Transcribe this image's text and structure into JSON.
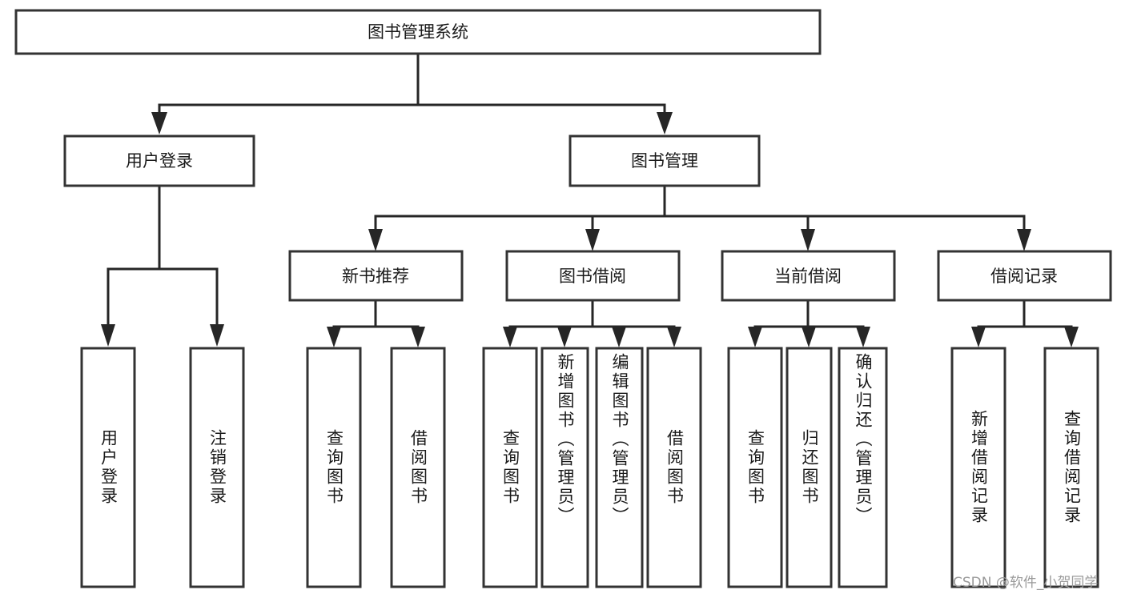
{
  "diagram": {
    "title_node": {
      "id": "root",
      "label": "图书管理系统",
      "orientation": "horizontal"
    },
    "level2": [
      {
        "id": "user-login",
        "label": "用户登录",
        "orientation": "horizontal"
      },
      {
        "id": "book-management",
        "label": "图书管理",
        "orientation": "horizontal"
      }
    ],
    "level3": [
      {
        "id": "new-book-recommend",
        "label": "新书推荐",
        "orientation": "horizontal"
      },
      {
        "id": "book-borrow",
        "label": "图书借阅",
        "orientation": "horizontal"
      },
      {
        "id": "current-borrow",
        "label": "当前借阅",
        "orientation": "horizontal"
      },
      {
        "id": "borrow-record",
        "label": "借阅记录",
        "orientation": "horizontal"
      }
    ],
    "leaves": [
      {
        "id": "leaf-user-login",
        "label": "用户登录",
        "parent": "user-login"
      },
      {
        "id": "leaf-logout",
        "label": "注销登录",
        "parent": "user-login"
      },
      {
        "id": "leaf-query-book-1",
        "label": "查询图书",
        "parent": "new-book-recommend"
      },
      {
        "id": "leaf-borrow-book-1",
        "label": "借阅图书",
        "parent": "new-book-recommend"
      },
      {
        "id": "leaf-query-book-2",
        "label": "查询图书",
        "parent": "book-borrow"
      },
      {
        "id": "leaf-add-book",
        "label": "新增图书（管理员）",
        "parent": "book-borrow"
      },
      {
        "id": "leaf-edit-book",
        "label": "编辑图书（管理员）",
        "parent": "book-borrow"
      },
      {
        "id": "leaf-borrow-book-2",
        "label": "借阅图书",
        "parent": "book-borrow"
      },
      {
        "id": "leaf-query-book-3",
        "label": "查询图书",
        "parent": "current-borrow"
      },
      {
        "id": "leaf-return-book",
        "label": "归还图书",
        "parent": "current-borrow"
      },
      {
        "id": "leaf-confirm-return",
        "label": "确认归还（管理员）",
        "parent": "current-borrow"
      },
      {
        "id": "leaf-add-record",
        "label": "新增借阅记录",
        "parent": "borrow-record"
      },
      {
        "id": "leaf-query-record",
        "label": "查询借阅记录",
        "parent": "borrow-record"
      }
    ]
  },
  "watermark": {
    "text": "CSDN @软件_小贺同学"
  },
  "colors": {
    "box_stroke": "#333333",
    "box_fill": "#ffffff",
    "connector": "#262626",
    "text": "#1a1a1a",
    "watermark": "#9a9a9a",
    "background": "#ffffff"
  }
}
